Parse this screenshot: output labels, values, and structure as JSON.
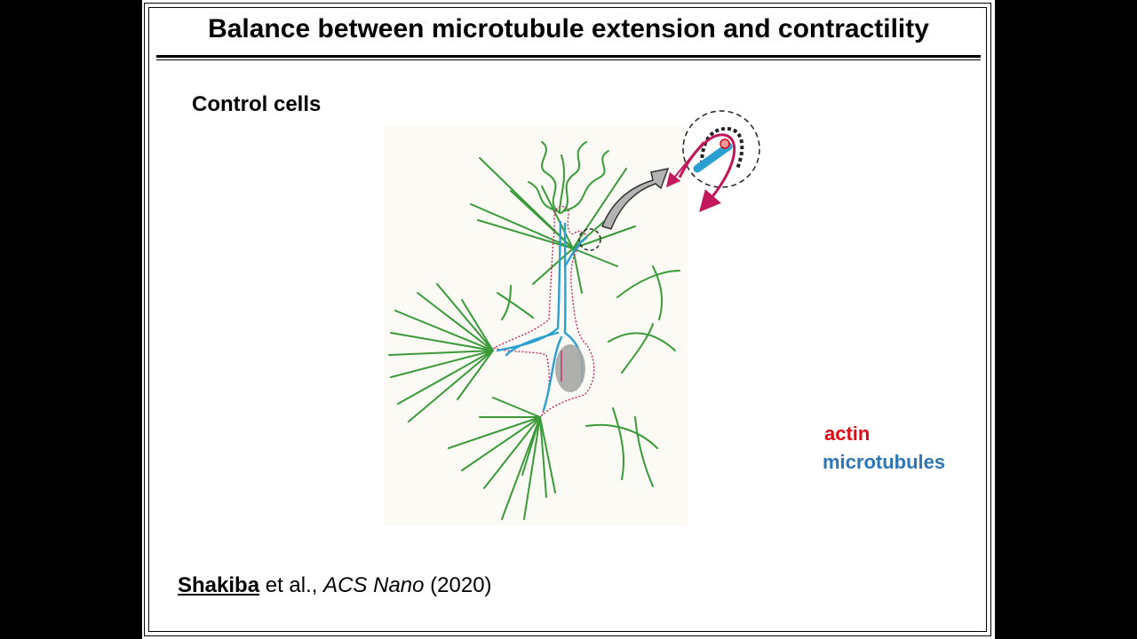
{
  "slide": {
    "title": "Balance between microtubule extension and contractility",
    "subtitle": "Control cells"
  },
  "legend": {
    "actin_label": "actin",
    "actin_color": "#e30613",
    "microtubules_label": "microtubules",
    "microtubules_color": "#2e75b6"
  },
  "citation": {
    "author": "Shakiba",
    "middle": " et al., ",
    "journal": "ACS Nano",
    "year": " (2020)"
  },
  "colors": {
    "fiber_green": "#3a9a3a",
    "membrane_blue": "#2b9fcf",
    "membrane_red": "#c2185b",
    "nucleus_gray": "#a6a6a6",
    "arrow_gray": "#b3b3b3",
    "diagram_bg": "#fbfaf5"
  }
}
